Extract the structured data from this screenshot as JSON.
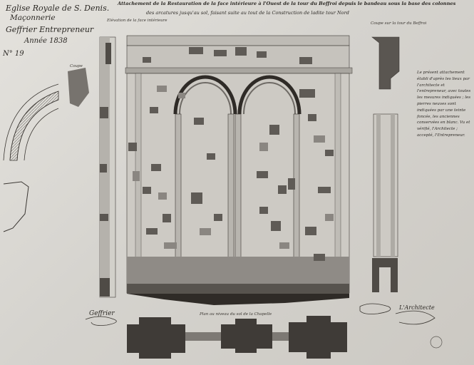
{
  "header": {
    "church": "Eglise Royale de S. Denis.",
    "trade": "Maçonnerie",
    "contractor": "Geffrier Entrepreneur",
    "year": "Année 1838",
    "sheet_number": "N° 19"
  },
  "title": {
    "main": "Attachement de la Restauration de la face intérieure à l'Ouest de la tour du Beffroi depuis le bandeau sous la base des colonnes",
    "line2": "des arcatures jusqu'au sol, faisant suite au tout de la Construction de ladite tour Nord"
  },
  "captions": {
    "top_center": "Elévation de la face intérieure",
    "left_profile": "Coupe",
    "right_note_top": "Coupe sur la tour du Beffroi",
    "plan_label": "Plan au niveau du sol de la Chapelle",
    "signature_left": "Geffrier",
    "signature_right": "L'Architecte"
  },
  "notes": {
    "text": "Le présent attachement établi d'après les lieux par l'architecte et l'entrepreneur, avec toutes les mesures indiquées ; les pierres neuves sont indiquées par une teinte foncée, les anciennes conservées en blanc. Vu et vérifié, l'Architecte ; accepté, l'Entrepreneur."
  },
  "colors": {
    "paper": "#d8d6d1",
    "ink": "#2b2824",
    "dark_stone": "#5f5b56",
    "mid_stone": "#8d8984",
    "light_wash": "#c7c4be"
  },
  "icons": [
    "signature-flourish-icon",
    "stamp-seal-icon"
  ]
}
